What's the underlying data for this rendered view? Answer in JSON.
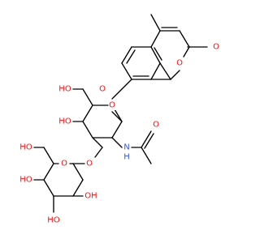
{
  "molecule": {
    "colors": {
      "bond": "#000000",
      "oxygen": "#ff0d0d",
      "nitrogen": "#3050f8",
      "background": "#ffffff"
    },
    "atom_labels": {
      "ring_o_top": "O",
      "lactone_ring_o": "O",
      "carbonyl_o": "O",
      "glycosidic_o_top": "O",
      "pyranose_ring_o_a": "O",
      "ch2oh_top": "HO",
      "ring_oh_4": "HO",
      "nh": "N",
      "nh_h": "H",
      "acetyl_o": "O",
      "glycosidic_o_bottom": "O",
      "pyranose_ring_o_b": "O",
      "ch2oh_bottom": "HO",
      "oh_c4b": "HO",
      "oh_c3b": "HO",
      "oh_c2b": "OH"
    }
  }
}
